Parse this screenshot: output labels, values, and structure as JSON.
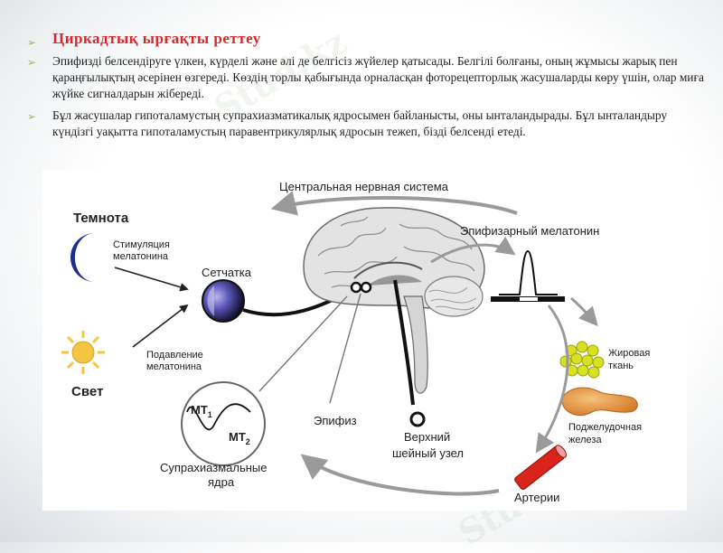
{
  "slide": {
    "bullets": [
      "Циркадтық ырғақты реттеу",
      "Эпифизді белсендіруге үлкен, күрделі және әлі де белгісіз жүйелер қатысады. Белгілі болғаны, оның жұмысы жарық пен қараңғылықтың әсерінен өзгереді. Көздің торлы қабығында орналасқан фоторецепторлық жасушаларды көру үшін, олар миға жүйке сигналдарын жібереді.",
      "Бұл жасушалар гипоталамустың супрахиазматикалық ядросымен байланысты, оны ынталандырады. Бұл ынталандыру күндізгі уақытта гипоталамустың паравентрикулярлық ядросын тежеп, бізді белсенді етеді."
    ],
    "watermark": "Stud.kz"
  },
  "diagram": {
    "labels": {
      "darkness": "Темнота",
      "stimulation_1": "Стимуляция",
      "stimulation_2": "мелатонина",
      "light": "Свет",
      "suppression_1": "Подавление",
      "suppression_2": "мелатонина",
      "retina": "Сетчатка",
      "cns": "Центральная нервная система",
      "pineal_melatonin": "Эпифизарный мелатонин",
      "fat_1": "Жировая",
      "fat_2": "ткань",
      "pancreas_1": "Поджелудочная",
      "pancreas_2": "железа",
      "arteries": "Артерии",
      "pineal": "Эпифиз",
      "ganglion_1": "Верхний",
      "ganglion_2": "шейный узел",
      "scn_1": "Супрахиазмальные",
      "scn_2": "ядра",
      "mt1": "MT",
      "mt1_sub": "1",
      "mt2": "MT",
      "mt2_sub": "2"
    },
    "icons": [
      "moon-icon",
      "sun-icon",
      "eye-icon",
      "brain-icon",
      "fat-cells-icon",
      "pancreas-icon",
      "artery-icon"
    ]
  },
  "colors": {
    "heading": "#d9282c",
    "bullet": "#8fc24a",
    "moon": "#1d2f8c",
    "sun": "#f4c542",
    "fat": "#d8e022",
    "pancreas": "#e8963a",
    "artery": "#d9241c"
  }
}
